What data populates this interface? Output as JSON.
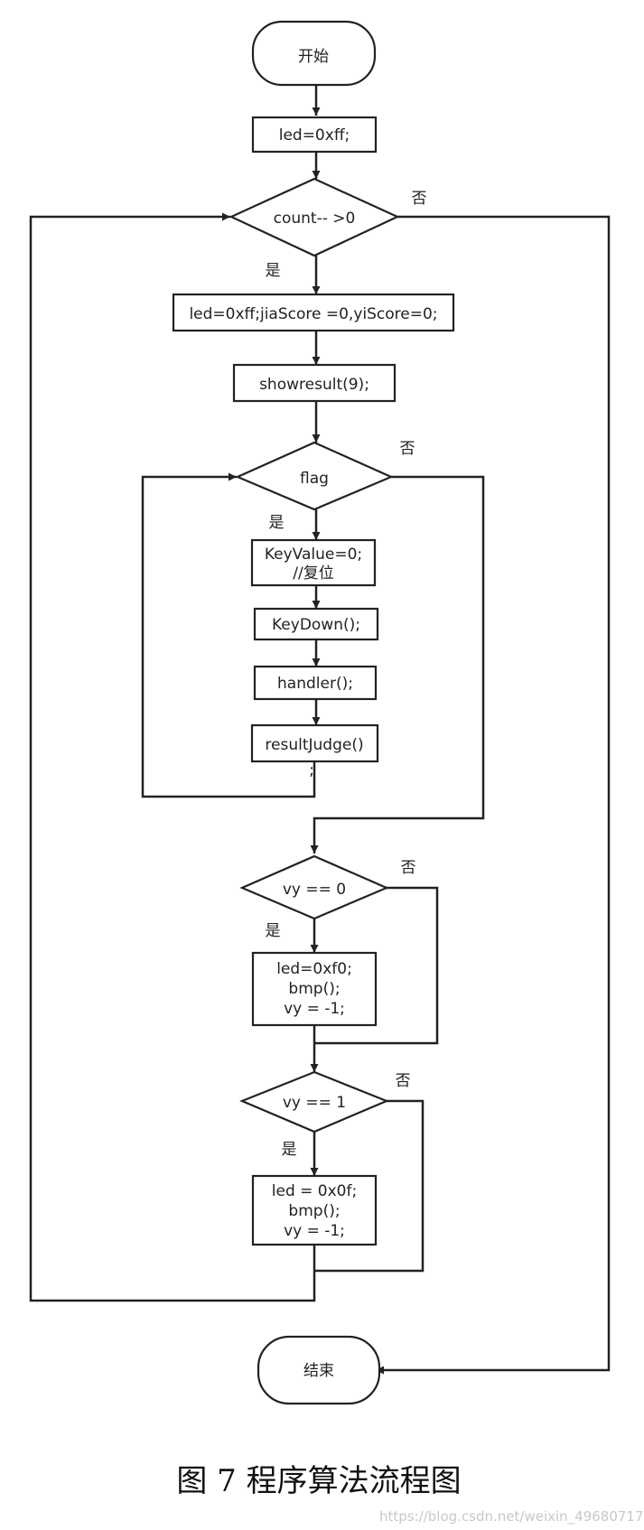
{
  "flowchart": {
    "start": "开始",
    "end": "结束",
    "yes_label": "是",
    "no_label": "否",
    "steps": {
      "init_led": "led=0xff;",
      "loop_condition": "count-- >0",
      "reset_scores": "led=0xff;jiaScore =0,yiScore=0;",
      "show_result": "showresult(9);",
      "flag_condition": "flag",
      "key_reset": [
        "KeyValue=0;",
        "//复位"
      ],
      "key_down": "KeyDown();",
      "handler": "handler();",
      "result_judge": "resultJudge()",
      "result_judge_tail": ";",
      "vy_zero_condition": "vy == 0",
      "vy_zero_action": [
        "led=0xf0;",
        "bmp();",
        "vy = -1;"
      ],
      "vy_one_condition": "vy == 1",
      "vy_one_action": [
        "led = 0x0f;",
        "bmp();",
        "vy = -1;"
      ]
    }
  },
  "caption": "图 7 程序算法流程图",
  "watermark": "https://blog.csdn.net/weixin_49680717"
}
